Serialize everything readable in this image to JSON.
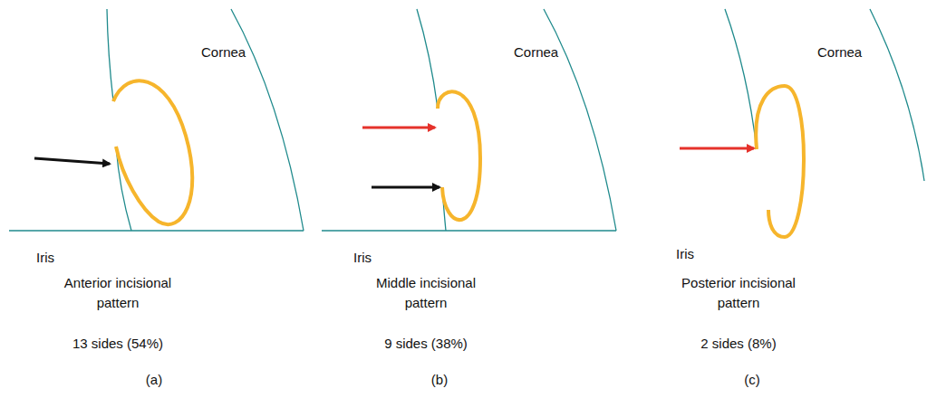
{
  "diagram": {
    "labels": [
      "Cornea",
      "Iris",
      "Anterior incisional pattern",
      "13 sides (54%)",
      "(a)",
      "Cornea",
      "Iris",
      "Middle incisional pattern",
      "9 sides (38%)",
      "(b)",
      "Cornea",
      "Iris",
      "Posterior incisional pattern",
      "2 sides (8%)",
      "(c)"
    ]
  }
}
